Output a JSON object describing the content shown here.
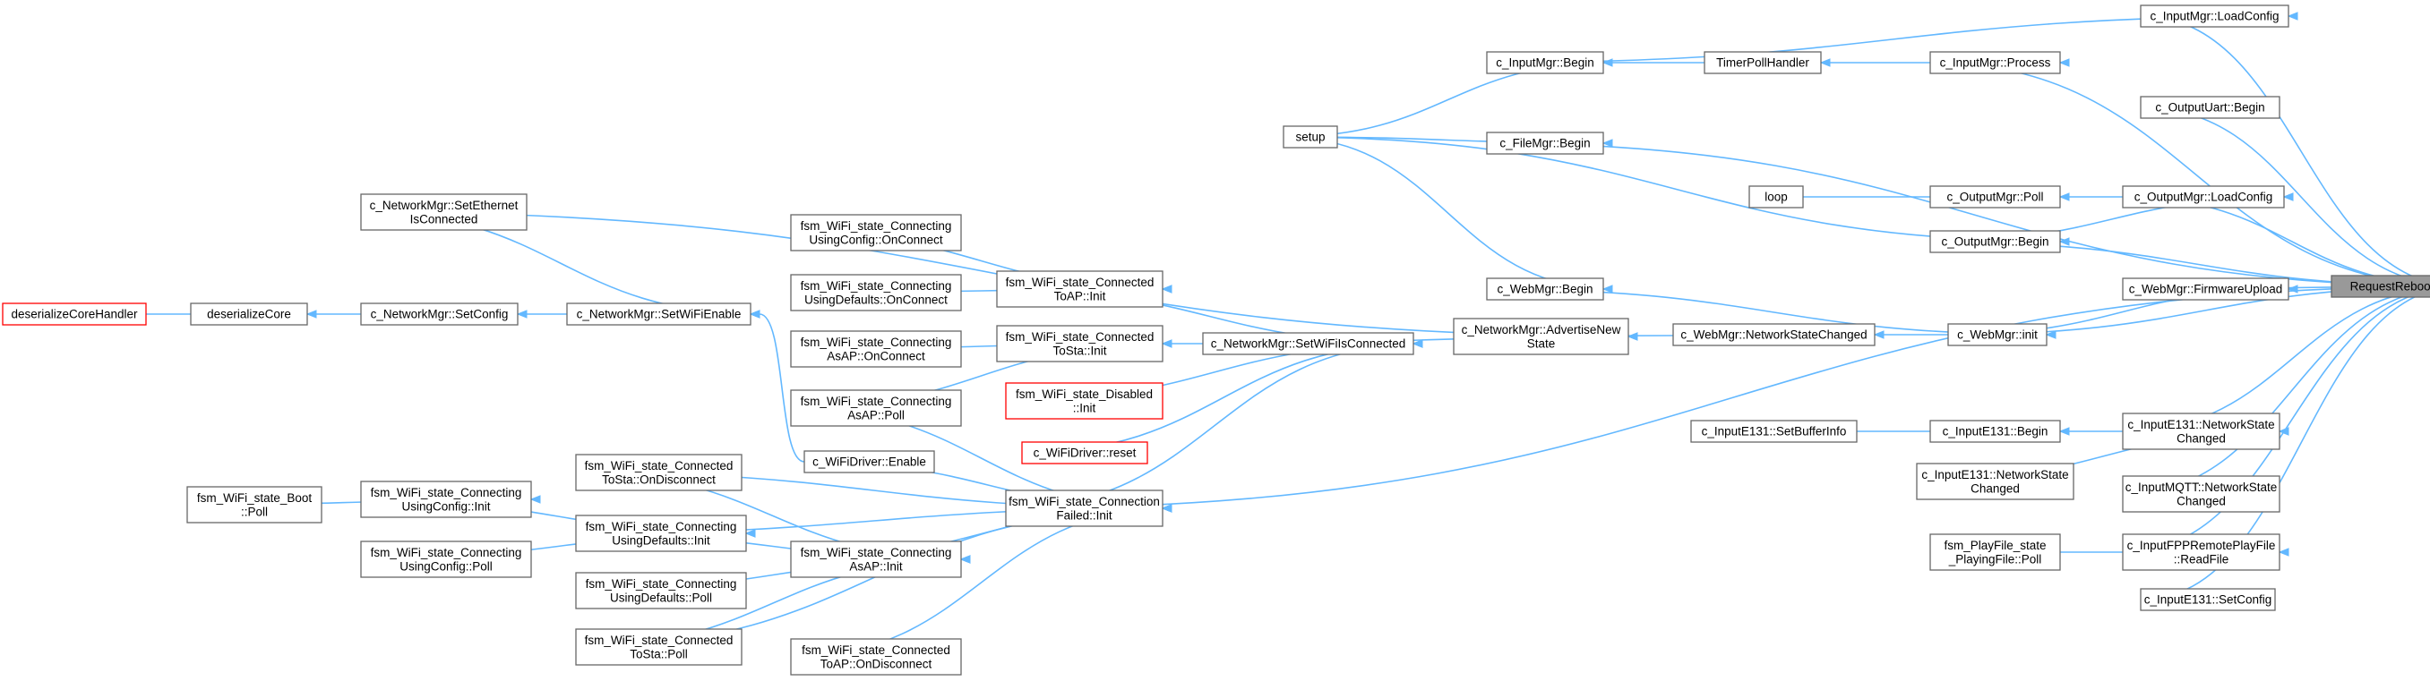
{
  "nodes": [
    {
      "id": "RequestReboot",
      "label": [
        "RequestReboot"
      ],
      "style": "target"
    },
    {
      "id": "InputMgrLoadConfig",
      "label": [
        "c_InputMgr::LoadConfig"
      ],
      "style": "normal"
    },
    {
      "id": "InputMgrBegin",
      "label": [
        "c_InputMgr::Begin"
      ],
      "style": "normal"
    },
    {
      "id": "TimerPollHandler",
      "label": [
        "TimerPollHandler"
      ],
      "style": "normal"
    },
    {
      "id": "InputMgrProcess",
      "label": [
        "c_InputMgr::Process"
      ],
      "style": "normal"
    },
    {
      "id": "OutputUartBegin",
      "label": [
        "c_OutputUart::Begin"
      ],
      "style": "normal"
    },
    {
      "id": "setup",
      "label": [
        "setup"
      ],
      "style": "normal"
    },
    {
      "id": "FileMgrBegin",
      "label": [
        "c_FileMgr::Begin"
      ],
      "style": "normal"
    },
    {
      "id": "loop",
      "label": [
        "loop"
      ],
      "style": "normal"
    },
    {
      "id": "OutputMgrPoll",
      "label": [
        "c_OutputMgr::Poll"
      ],
      "style": "normal"
    },
    {
      "id": "OutputMgrLoadConfig",
      "label": [
        "c_OutputMgr::LoadConfig"
      ],
      "style": "normal"
    },
    {
      "id": "OutputMgrBegin",
      "label": [
        "c_OutputMgr::Begin"
      ],
      "style": "normal"
    },
    {
      "id": "NetMgrSetEthernet",
      "label": [
        "c_NetworkMgr::SetEthernet",
        "IsConnected"
      ],
      "style": "normal"
    },
    {
      "id": "ConnUsingConfigOnConnect",
      "label": [
        "fsm_WiFi_state_Connecting",
        "UsingConfig::OnConnect"
      ],
      "style": "normal"
    },
    {
      "id": "ConnectedToAPInit",
      "label": [
        "fsm_WiFi_state_Connected",
        "ToAP::Init"
      ],
      "style": "normal"
    },
    {
      "id": "ConnUsingDefaultsOnConnect",
      "label": [
        "fsm_WiFi_state_Connecting",
        "UsingDefaults::OnConnect"
      ],
      "style": "normal"
    },
    {
      "id": "WebMgrBegin",
      "label": [
        "c_WebMgr::Begin"
      ],
      "style": "normal"
    },
    {
      "id": "WebMgrFirmwareUpload",
      "label": [
        "c_WebMgr::FirmwareUpload"
      ],
      "style": "normal"
    },
    {
      "id": "deserializeCoreHandler",
      "label": [
        "deserializeCoreHandler"
      ],
      "style": "red"
    },
    {
      "id": "deserializeCore",
      "label": [
        "deserializeCore"
      ],
      "style": "normal"
    },
    {
      "id": "NetMgrSetConfig",
      "label": [
        "c_NetworkMgr::SetConfig"
      ],
      "style": "normal"
    },
    {
      "id": "NetMgrSetWiFiEnable",
      "label": [
        "c_NetworkMgr::SetWiFiEnable"
      ],
      "style": "normal"
    },
    {
      "id": "ConnAsAPOnConnect",
      "label": [
        "fsm_WiFi_state_Connecting",
        "AsAP::OnConnect"
      ],
      "style": "normal"
    },
    {
      "id": "ConnectedToStaInit",
      "label": [
        "fsm_WiFi_state_Connected",
        "ToSta::Init"
      ],
      "style": "normal"
    },
    {
      "id": "NetMgrSetWiFiIsConnected",
      "label": [
        "c_NetworkMgr::SetWiFiIsConnected"
      ],
      "style": "normal"
    },
    {
      "id": "NetMgrAdvertiseNewState",
      "label": [
        "c_NetworkMgr::AdvertiseNew",
        "State"
      ],
      "style": "normal"
    },
    {
      "id": "WebMgrNetworkStateChanged",
      "label": [
        "c_WebMgr::NetworkStateChanged"
      ],
      "style": "normal"
    },
    {
      "id": "WebMgrInit",
      "label": [
        "c_WebMgr::init"
      ],
      "style": "normal"
    },
    {
      "id": "DisabledInit",
      "label": [
        "fsm_WiFi_state_Disabled",
        "::Init"
      ],
      "style": "red"
    },
    {
      "id": "ConnAsAPPoll",
      "label": [
        "fsm_WiFi_state_Connecting",
        "AsAP::Poll"
      ],
      "style": "normal"
    },
    {
      "id": "InputE131SetBufferInfo",
      "label": [
        "c_InputE131::SetBufferInfo"
      ],
      "style": "normal"
    },
    {
      "id": "InputE131Begin",
      "label": [
        "c_InputE131::Begin"
      ],
      "style": "normal"
    },
    {
      "id": "InputE131NetworkStateChangedA",
      "label": [
        "c_InputE131::NetworkState",
        "Changed"
      ],
      "style": "normal"
    },
    {
      "id": "WiFiDriverReset",
      "label": [
        "c_WiFiDriver::reset"
      ],
      "style": "red"
    },
    {
      "id": "WiFiDriverEnable",
      "label": [
        "c_WiFiDriver::Enable"
      ],
      "style": "normal"
    },
    {
      "id": "InputE131NetworkStateChangedB",
      "label": [
        "c_InputE131::NetworkState",
        "Changed"
      ],
      "style": "normal"
    },
    {
      "id": "ConnectedToStaOnDisconnect",
      "label": [
        "fsm_WiFi_state_Connected",
        "ToSta::OnDisconnect"
      ],
      "style": "normal"
    },
    {
      "id": "BootPoll",
      "label": [
        "fsm_WiFi_state_Boot",
        "::Poll"
      ],
      "style": "normal"
    },
    {
      "id": "ConnUsingConfigInit",
      "label": [
        "fsm_WiFi_state_Connecting",
        "UsingConfig::Init"
      ],
      "style": "normal"
    },
    {
      "id": "ConnectionFailedInit",
      "label": [
        "fsm_WiFi_state_Connection",
        "Failed::Init"
      ],
      "style": "normal"
    },
    {
      "id": "InputMQTTNetworkStateChanged",
      "label": [
        "c_InputMQTT::NetworkState",
        "Changed"
      ],
      "style": "normal"
    },
    {
      "id": "ConnUsingDefaultsInit",
      "label": [
        "fsm_WiFi_state_Connecting",
        "UsingDefaults::Init"
      ],
      "style": "normal"
    },
    {
      "id": "ConnAsAPInit",
      "label": [
        "fsm_WiFi_state_Connecting",
        "AsAP::Init"
      ],
      "style": "normal"
    },
    {
      "id": "ConnUsingConfigPoll",
      "label": [
        "fsm_WiFi_state_Connecting",
        "UsingConfig::Poll"
      ],
      "style": "normal"
    },
    {
      "id": "PlayFilePoll",
      "label": [
        "fsm_PlayFile_state",
        "_PlayingFile::Poll"
      ],
      "style": "normal"
    },
    {
      "id": "InputFPPRemoteReadFile",
      "label": [
        "c_InputFPPRemotePlayFile",
        "::ReadFile"
      ],
      "style": "normal"
    },
    {
      "id": "ConnUsingDefaultsPoll",
      "label": [
        "fsm_WiFi_state_Connecting",
        "UsingDefaults::Poll"
      ],
      "style": "normal"
    },
    {
      "id": "InputE131SetConfig",
      "label": [
        "c_InputE131::SetConfig"
      ],
      "style": "normal"
    },
    {
      "id": "ConnectedToStaPoll",
      "label": [
        "fsm_WiFi_state_Connected",
        "ToSta::Poll"
      ],
      "style": "normal"
    },
    {
      "id": "ConnectedToAPOnDisconnect",
      "label": [
        "fsm_WiFi_state_Connected",
        "ToAP::OnDisconnect"
      ],
      "style": "normal"
    }
  ],
  "edges": [
    [
      "InputMgrLoadConfig",
      "RequestReboot"
    ],
    [
      "InputMgrProcess",
      "RequestReboot"
    ],
    [
      "OutputUartBegin",
      "RequestReboot"
    ],
    [
      "FileMgrBegin",
      "RequestReboot"
    ],
    [
      "OutputMgrLoadConfig",
      "RequestReboot"
    ],
    [
      "OutputMgrBegin",
      "RequestReboot"
    ],
    [
      "WebMgrFirmwareUpload",
      "RequestReboot"
    ],
    [
      "WebMgrInit",
      "RequestReboot"
    ],
    [
      "ConnectionFailedInit",
      "RequestReboot"
    ],
    [
      "InputE131NetworkStateChangedA",
      "RequestReboot"
    ],
    [
      "InputMQTTNetworkStateChanged",
      "RequestReboot"
    ],
    [
      "InputFPPRemoteReadFile",
      "RequestReboot"
    ],
    [
      "InputE131SetConfig",
      "RequestReboot"
    ],
    [
      "InputMgrBegin",
      "InputMgrLoadConfig"
    ],
    [
      "InputMgrBegin",
      "TimerPollHandler"
    ],
    [
      "TimerPollHandler",
      "InputMgrProcess"
    ],
    [
      "setup",
      "InputMgrBegin"
    ],
    [
      "setup",
      "FileMgrBegin"
    ],
    [
      "setup",
      "OutputMgrBegin"
    ],
    [
      "setup",
      "WebMgrBegin"
    ],
    [
      "loop",
      "OutputMgrPoll"
    ],
    [
      "OutputMgrPoll",
      "OutputMgrLoadConfig"
    ],
    [
      "OutputMgrBegin",
      "OutputMgrLoadConfig"
    ],
    [
      "WebMgrBegin",
      "WebMgrInit"
    ],
    [
      "WebMgrInit",
      "WebMgrFirmwareUpload"
    ],
    [
      "WebMgrNetworkStateChanged",
      "WebMgrInit"
    ],
    [
      "NetMgrAdvertiseNewState",
      "WebMgrNetworkStateChanged"
    ],
    [
      "NetMgrSetWiFiIsConnected",
      "NetMgrAdvertiseNewState"
    ],
    [
      "NetMgrSetEthernet",
      "NetMgrAdvertiseNewState"
    ],
    [
      "ConnectedToAPInit",
      "NetMgrSetWiFiIsConnected"
    ],
    [
      "ConnectedToStaInit",
      "NetMgrSetWiFiIsConnected"
    ],
    [
      "DisabledInit",
      "NetMgrSetWiFiIsConnected"
    ],
    [
      "WiFiDriverReset",
      "NetMgrSetWiFiIsConnected"
    ],
    [
      "ConnectionFailedInit",
      "NetMgrSetWiFiIsConnected"
    ],
    [
      "ConnUsingConfigOnConnect",
      "ConnectedToAPInit"
    ],
    [
      "ConnUsingDefaultsOnConnect",
      "ConnectedToAPInit"
    ],
    [
      "ConnAsAPOnConnect",
      "ConnectedToStaInit"
    ],
    [
      "ConnAsAPPoll",
      "ConnectedToStaInit"
    ],
    [
      "deserializeCoreHandler",
      "deserializeCore"
    ],
    [
      "deserializeCore",
      "NetMgrSetConfig"
    ],
    [
      "NetMgrSetConfig",
      "NetMgrSetWiFiEnable"
    ],
    [
      "NetMgrSetEthernet",
      "NetMgrSetWiFiEnable"
    ],
    [
      "WiFiDriverEnable",
      "NetMgrSetWiFiEnable"
    ],
    [
      "ConnAsAPPoll",
      "ConnectionFailedInit"
    ],
    [
      "WiFiDriverEnable",
      "ConnectionFailedInit"
    ],
    [
      "ConnectedToStaOnDisconnect",
      "ConnectionFailedInit"
    ],
    [
      "ConnAsAPInit",
      "ConnectionFailedInit"
    ],
    [
      "ConnectedToStaPoll",
      "ConnectionFailedInit"
    ],
    [
      "ConnectedToAPOnDisconnect",
      "ConnectionFailedInit"
    ],
    [
      "ConnUsingDefaultsInit",
      "ConnectionFailedInit"
    ],
    [
      "ConnectedToStaOnDisconnect",
      "ConnAsAPInit"
    ],
    [
      "ConnUsingDefaultsInit",
      "ConnAsAPInit"
    ],
    [
      "ConnUsingDefaultsPoll",
      "ConnAsAPInit"
    ],
    [
      "ConnectedToStaPoll",
      "ConnAsAPInit"
    ],
    [
      "ConnUsingConfigInit",
      "ConnUsingDefaultsInit"
    ],
    [
      "ConnUsingConfigPoll",
      "ConnUsingDefaultsInit"
    ],
    [
      "BootPoll",
      "ConnUsingConfigInit"
    ],
    [
      "InputE131SetBufferInfo",
      "InputE131Begin"
    ],
    [
      "InputE131Begin",
      "InputE131NetworkStateChangedA"
    ],
    [
      "InputE131NetworkStateChangedB",
      "InputE131NetworkStateChangedA"
    ],
    [
      "PlayFilePoll",
      "InputFPPRemoteReadFile"
    ]
  ],
  "colors": {
    "edge": "#63b8ff",
    "node_border": "#666666",
    "red_border": "#ff0000",
    "target_fill": "#999999"
  }
}
